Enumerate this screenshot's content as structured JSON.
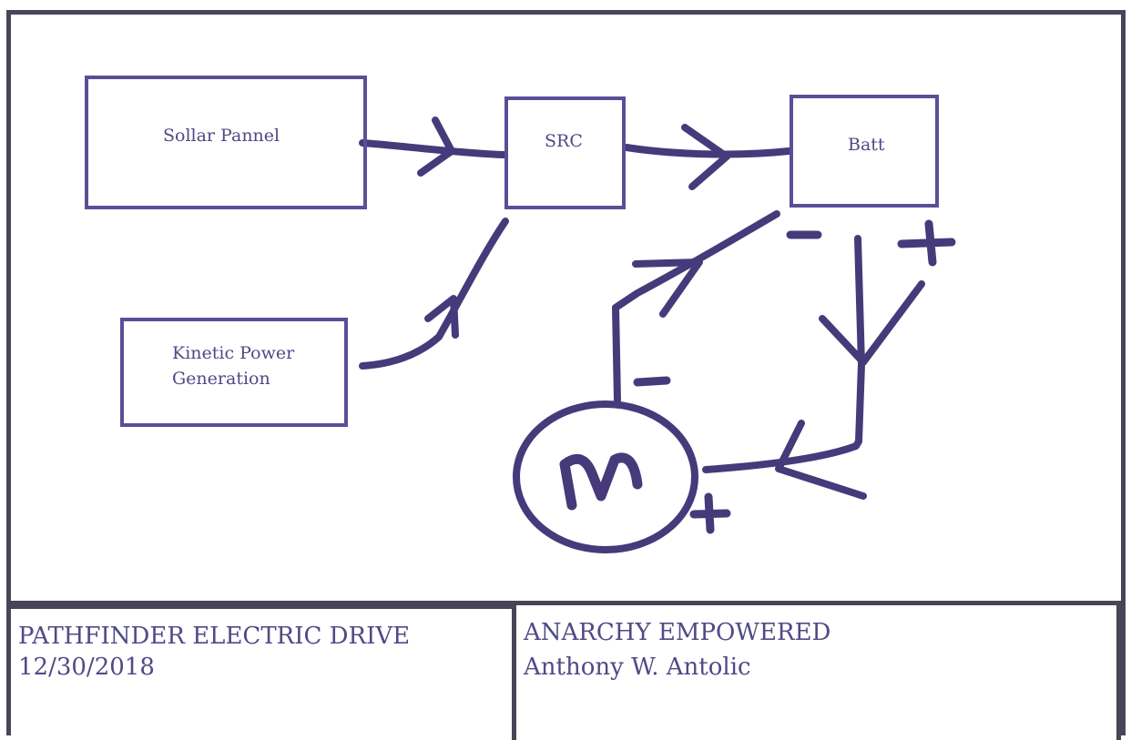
{
  "diagram": {
    "blocks": {
      "solar_panel": "Sollar Pannel",
      "src": "SRC",
      "battery": "Batt",
      "kinetic_line1": "Kinetic Power",
      "kinetic_line2": "Generation"
    },
    "motor_symbol": "M",
    "polarity": {
      "batt_negative": "-",
      "batt_positive": "+",
      "motor_negative": "-",
      "motor_positive": "+"
    }
  },
  "title_block": {
    "project": "PATHFINDER ELECTRIC DRIVE",
    "date": "12/30/2018",
    "organization": "ANARCHY EMPOWERED",
    "author": "Anthony W. Antolic"
  },
  "colors": {
    "ink": "#463a7a",
    "box_border": "#5a4f96",
    "text": "#4f4a86",
    "frame": "#4a4458"
  }
}
